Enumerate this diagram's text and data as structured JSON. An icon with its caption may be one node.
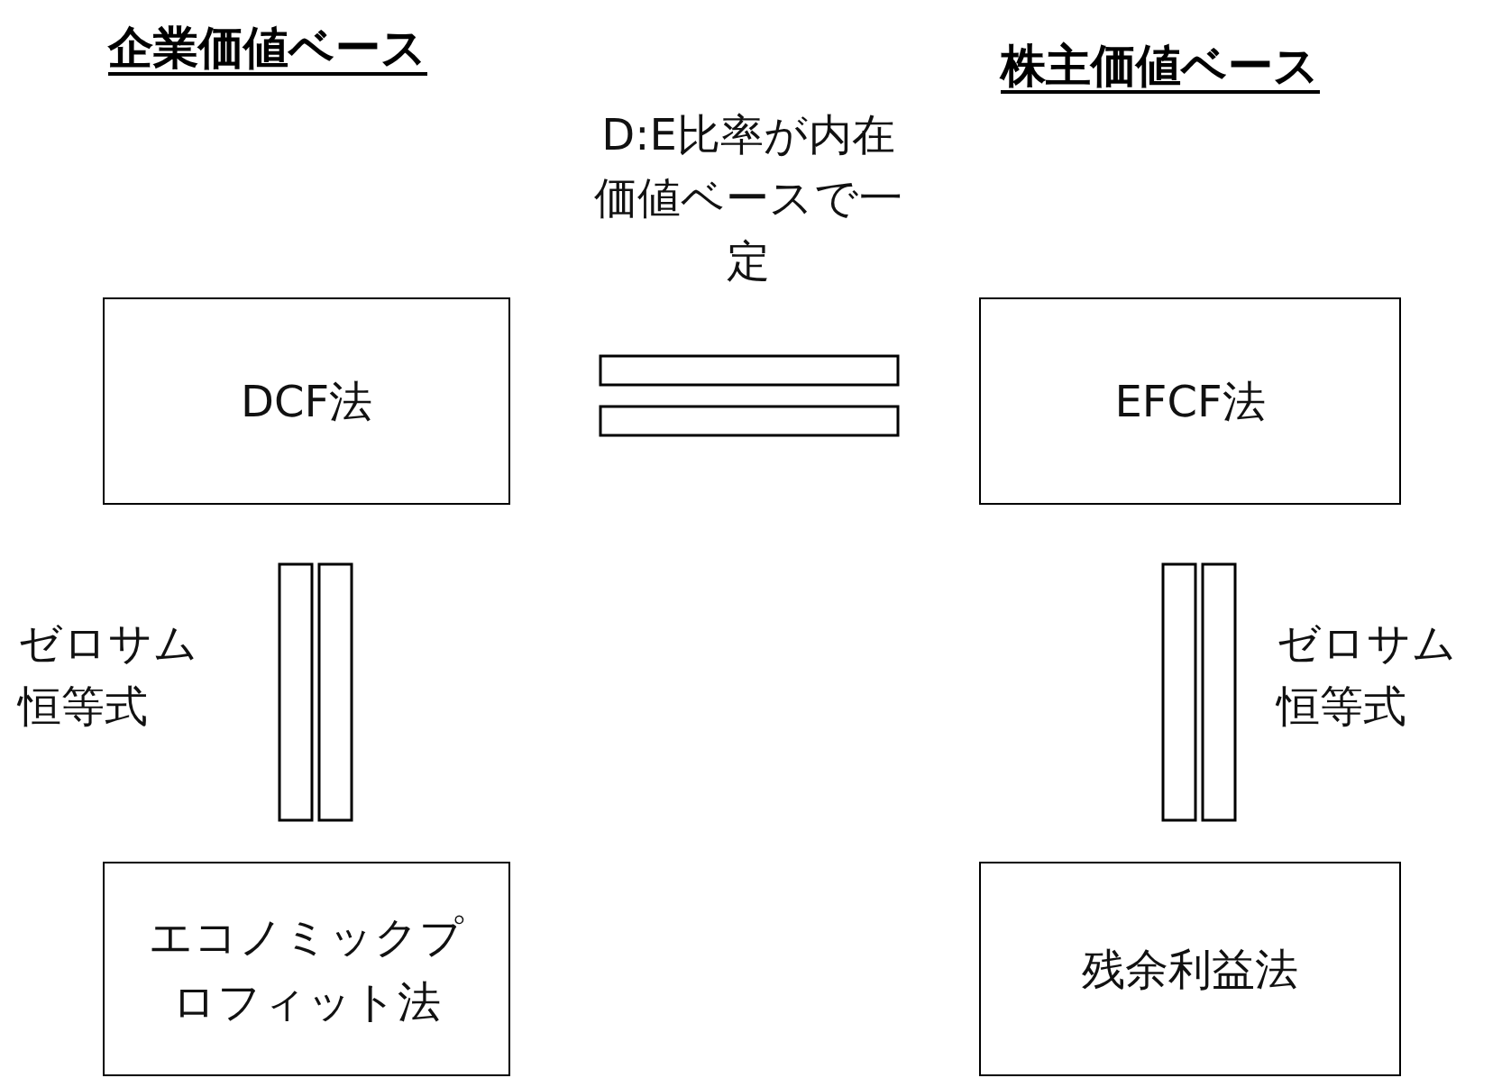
{
  "diagram": {
    "nodes": [
      {
        "text": [
          "DCF法"
        ]
      },
      {
        "text": [
          "EFCF法"
        ]
      },
      {
        "text": [
          "エコノミックプロフィット法"
        ]
      },
      {
        "text": [
          "残余利益法"
        ]
      }
    ],
    "edges": [
      {
        "from": 0,
        "to": 1,
        "arrow": "none",
        "label": "D:E比率が内在価値ベースで一定"
      },
      {
        "from": 0,
        "to": 2,
        "arrow": "none",
        "label": "ゼロサム恒等式"
      },
      {
        "from": 1,
        "to": 3,
        "arrow": "none",
        "label": "ゼロサム恒等式"
      }
    ],
    "labels": [
      "企業価値ベース",
      "株主価値ベース"
    ]
  }
}
